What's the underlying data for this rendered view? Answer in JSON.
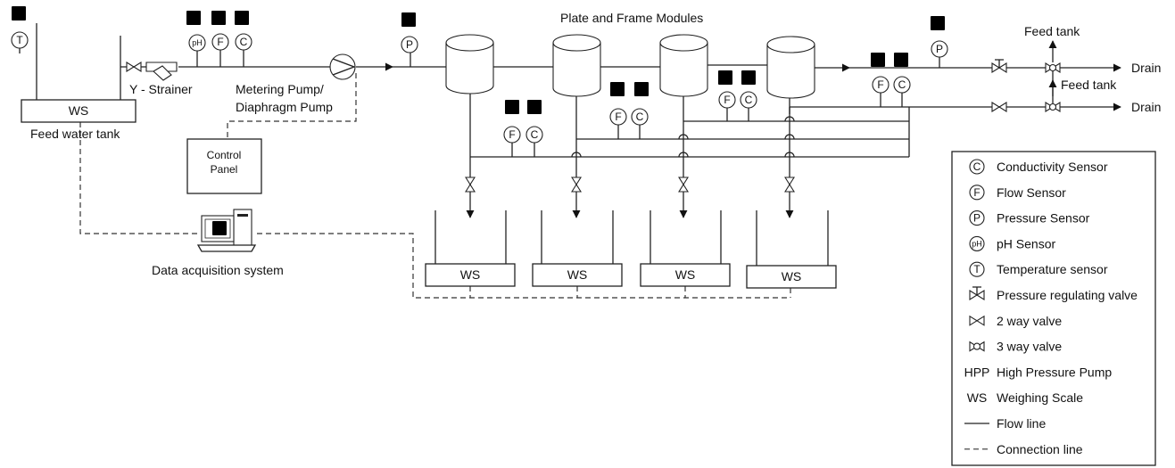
{
  "labels": {
    "plate_frame_modules": "Plate and Frame Modules",
    "y_strainer": "Y - Strainer",
    "metering_pump_line1": "Metering Pump/",
    "metering_pump_line2": "Diaphragm Pump",
    "feed_water_tank": "Feed water tank",
    "control_panel_line1": "Control",
    "control_panel_line2": "Panel",
    "data_acquisition": "Data acquisition system",
    "feed_tank_top": "Feed tank",
    "feed_tank_mid": "Feed tank",
    "drain_top": "Drain",
    "drain_bottom": "Drain",
    "weighing_scale": "WS"
  },
  "sensor_letters": {
    "temperature": "T",
    "ph": "pH",
    "flow": "F",
    "conductivity": "C",
    "pressure": "P"
  },
  "legend": [
    {
      "symbol": "C",
      "kind": "circle",
      "label": "Conductivity Sensor"
    },
    {
      "symbol": "F",
      "kind": "circle",
      "label": "Flow Sensor"
    },
    {
      "symbol": "P",
      "kind": "circle",
      "label": "Pressure Sensor"
    },
    {
      "symbol": "pH",
      "kind": "circle",
      "label": "pH Sensor"
    },
    {
      "symbol": "T",
      "kind": "circle",
      "label": "Temperature sensor"
    },
    {
      "symbol": "",
      "kind": "prv",
      "label": "Pressure regulating valve"
    },
    {
      "symbol": "",
      "kind": "valve2",
      "label": "2 way valve"
    },
    {
      "symbol": "",
      "kind": "valve3",
      "label": "3 way valve"
    },
    {
      "symbol": "HPP",
      "kind": "text",
      "label": "High Pressure Pump"
    },
    {
      "symbol": "WS",
      "kind": "text",
      "label": "Weighing Scale"
    },
    {
      "symbol": "",
      "kind": "solid",
      "label": "Flow line"
    },
    {
      "symbol": "",
      "kind": "dashed",
      "label": "Connection line"
    }
  ]
}
